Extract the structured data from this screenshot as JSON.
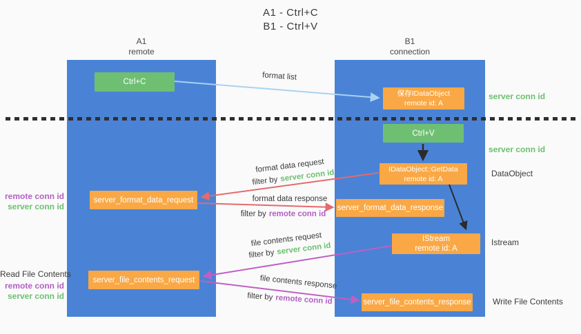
{
  "title": {
    "line1": "A1 - Ctrl+C",
    "line2": "B1 - Ctrl+V"
  },
  "lifelines": {
    "a": {
      "name": "A1",
      "subtitle": "remote"
    },
    "b": {
      "name": "B1",
      "subtitle": "connection"
    }
  },
  "nodes": {
    "ctrl_c": {
      "label": "Ctrl+C"
    },
    "save_idataobject": {
      "line1": "保存IDataObject",
      "line2": "remote id: A"
    },
    "ctrl_v": {
      "label": "Ctrl+V"
    },
    "getdata": {
      "line1": "IDataObject::GetData",
      "line2": "remote id: A"
    },
    "format_data_request": {
      "label": "server_format_data_request"
    },
    "format_data_response": {
      "label": "server_format_data_response"
    },
    "istream": {
      "line1": "IStream",
      "line2": "remote id: A"
    },
    "file_contents_request": {
      "label": "server_file_contents_request"
    },
    "file_contents_response": {
      "label": "server_file_contents_response"
    }
  },
  "arrow_labels": {
    "format_list": "format list",
    "format_data_request": "format data request",
    "format_data_response": "format data response",
    "file_contents_request": "file contents request",
    "file_contents_response": "file contents response",
    "filter_by": "filter by",
    "server_conn_id": "server conn id",
    "remote_conn_id": "remote conn id"
  },
  "side_labels": {
    "left_remote_conn_id_1": "remote conn id",
    "left_server_conn_id_1": "server conn id",
    "read_file_contents": "Read File Contents",
    "left_remote_conn_id_2": "remote conn id",
    "left_server_conn_id_2": "server conn id",
    "right_server_conn_id_1": "server conn id",
    "right_server_conn_id_2": "server conn id",
    "dataobject": "DataObject",
    "istream": "Istream",
    "write_file_contents": "Write File Contents"
  },
  "colors": {
    "lifeline_blue": "#4a83d6",
    "node_green": "#6fbf73",
    "node_orange": "#f9a845",
    "arrow_red": "#e7696c",
    "arrow_purple": "#bf5fc4",
    "arrow_light_blue": "#a9d2f0",
    "arrow_black": "#2b2b2b",
    "conn_id_green": "#6cbf6f",
    "conn_id_purple": "#b35fc4",
    "background": "#fafafa"
  }
}
